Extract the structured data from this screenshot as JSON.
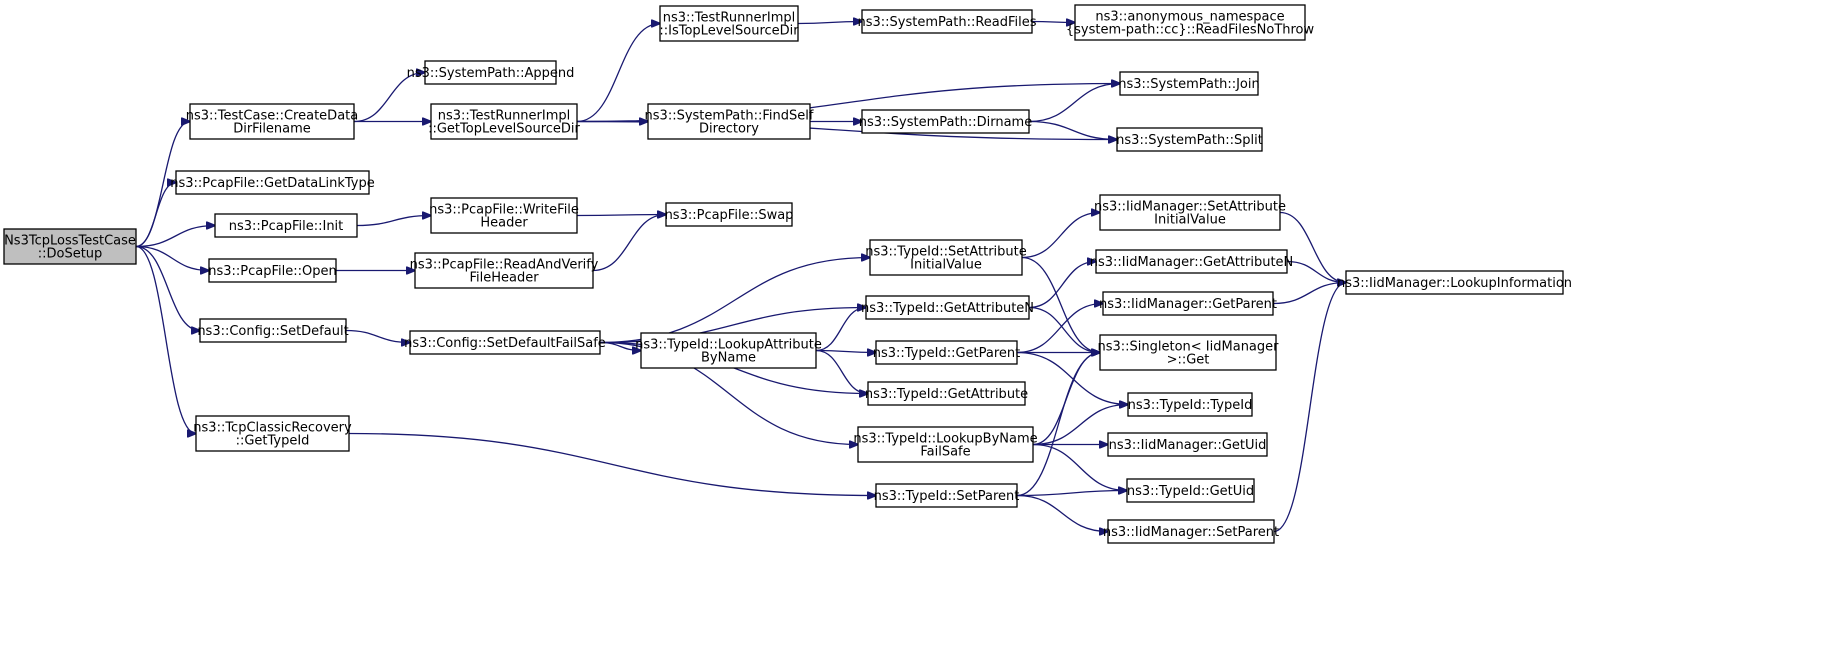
{
  "colors": {
    "edge": "#191970",
    "root_fill": "#bfbfbf",
    "node_fill": "#ffffff",
    "border": "#000000"
  },
  "nodes": [
    {
      "id": "root",
      "lines": [
        "Ns3TcpLossTestCase",
        "::DoSetup"
      ],
      "root": true
    },
    {
      "id": "createData",
      "lines": [
        "ns3::TestCase::CreateData",
        "DirFilename"
      ]
    },
    {
      "id": "getDataLinkType",
      "lines": [
        "ns3::PcapFile::GetDataLinkType"
      ]
    },
    {
      "id": "pcapInit",
      "lines": [
        "ns3::PcapFile::Init"
      ]
    },
    {
      "id": "pcapOpen",
      "lines": [
        "ns3::PcapFile::Open"
      ]
    },
    {
      "id": "configSetDefault",
      "lines": [
        "ns3::Config::SetDefault"
      ]
    },
    {
      "id": "tcpClassic",
      "lines": [
        "ns3::TcpClassicRecovery",
        "::GetTypeId"
      ]
    },
    {
      "id": "spAppend",
      "lines": [
        "ns3::SystemPath::Append"
      ]
    },
    {
      "id": "getTopLevel",
      "lines": [
        "ns3::TestRunnerImpl",
        "::GetTopLevelSourceDir"
      ]
    },
    {
      "id": "writeFileHeader",
      "lines": [
        "ns3::PcapFile::WriteFile",
        "Header"
      ]
    },
    {
      "id": "readAndVerify",
      "lines": [
        "ns3::PcapFile::ReadAndVerify",
        "FileHeader"
      ]
    },
    {
      "id": "setDefaultFailSafe",
      "lines": [
        "ns3::Config::SetDefaultFailSafe"
      ]
    },
    {
      "id": "isTopLevel",
      "lines": [
        "ns3::TestRunnerImpl",
        "::IsTopLevelSourceDir"
      ]
    },
    {
      "id": "findSelf",
      "lines": [
        "ns3::SystemPath::FindSelf",
        "Directory"
      ]
    },
    {
      "id": "pcapSwap",
      "lines": [
        "ns3::PcapFile::Swap"
      ]
    },
    {
      "id": "lookupAttrByName",
      "lines": [
        "ns3::TypeId::LookupAttribute",
        "ByName"
      ]
    },
    {
      "id": "readFiles",
      "lines": [
        "ns3::SystemPath::ReadFiles"
      ]
    },
    {
      "id": "dirname",
      "lines": [
        "ns3::SystemPath::Dirname"
      ]
    },
    {
      "id": "tidSetAttrInit",
      "lines": [
        "ns3::TypeId::SetAttribute",
        "InitialValue"
      ]
    },
    {
      "id": "tidGetAttrN",
      "lines": [
        "ns3::TypeId::GetAttributeN"
      ]
    },
    {
      "id": "tidGetParent",
      "lines": [
        "ns3::TypeId::GetParent"
      ]
    },
    {
      "id": "tidGetAttribute",
      "lines": [
        "ns3::TypeId::GetAttribute"
      ]
    },
    {
      "id": "tidLookupByName",
      "lines": [
        "ns3::TypeId::LookupByName",
        "FailSafe"
      ]
    },
    {
      "id": "tidSetParent",
      "lines": [
        "ns3::TypeId::SetParent"
      ]
    },
    {
      "id": "readFilesNoThrow",
      "lines": [
        "ns3::anonymous_namespace",
        "{system-path::cc}::ReadFilesNoThrow"
      ]
    },
    {
      "id": "spJoin",
      "lines": [
        "ns3::SystemPath::Join"
      ]
    },
    {
      "id": "spSplit",
      "lines": [
        "ns3::SystemPath::Split"
      ]
    },
    {
      "id": "iidSetAttrInit",
      "lines": [
        "ns3::IidManager::SetAttribute",
        "InitialValue"
      ]
    },
    {
      "id": "iidGetAttrN",
      "lines": [
        "ns3::IidManager::GetAttributeN"
      ]
    },
    {
      "id": "iidGetParent",
      "lines": [
        "ns3::IidManager::GetParent"
      ]
    },
    {
      "id": "singletonGet",
      "lines": [
        "ns3::Singleton< IidManager",
        ">::Get"
      ]
    },
    {
      "id": "tidTypeId",
      "lines": [
        "ns3::TypeId::TypeId"
      ]
    },
    {
      "id": "iidGetUid",
      "lines": [
        "ns3::IidManager::GetUid"
      ]
    },
    {
      "id": "tidGetUid",
      "lines": [
        "ns3::TypeId::GetUid"
      ]
    },
    {
      "id": "iidSetParent",
      "lines": [
        "ns3::IidManager::SetParent"
      ]
    },
    {
      "id": "iidLookupInfo",
      "lines": [
        "ns3::IidManager::LookupInformation"
      ]
    }
  ],
  "edges": [
    [
      "root",
      "createData"
    ],
    [
      "root",
      "getDataLinkType"
    ],
    [
      "root",
      "pcapInit"
    ],
    [
      "root",
      "pcapOpen"
    ],
    [
      "root",
      "configSetDefault"
    ],
    [
      "root",
      "tcpClassic"
    ],
    [
      "createData",
      "spAppend"
    ],
    [
      "createData",
      "getTopLevel"
    ],
    [
      "getTopLevel",
      "isTopLevel"
    ],
    [
      "getTopLevel",
      "spJoin"
    ],
    [
      "getTopLevel",
      "findSelf"
    ],
    [
      "getTopLevel",
      "spSplit"
    ],
    [
      "isTopLevel",
      "readFiles"
    ],
    [
      "readFiles",
      "readFilesNoThrow"
    ],
    [
      "findSelf",
      "dirname"
    ],
    [
      "dirname",
      "spJoin"
    ],
    [
      "dirname",
      "spSplit"
    ],
    [
      "pcapInit",
      "writeFileHeader"
    ],
    [
      "writeFileHeader",
      "pcapSwap"
    ],
    [
      "pcapOpen",
      "readAndVerify"
    ],
    [
      "readAndVerify",
      "pcapSwap"
    ],
    [
      "configSetDefault",
      "setDefaultFailSafe"
    ],
    [
      "setDefaultFailSafe",
      "tidSetAttrInit"
    ],
    [
      "setDefaultFailSafe",
      "tidGetAttrN"
    ],
    [
      "setDefaultFailSafe",
      "lookupAttrByName"
    ],
    [
      "setDefaultFailSafe",
      "tidGetAttribute"
    ],
    [
      "setDefaultFailSafe",
      "tidLookupByName"
    ],
    [
      "lookupAttrByName",
      "tidGetAttrN"
    ],
    [
      "lookupAttrByName",
      "tidGetParent"
    ],
    [
      "lookupAttrByName",
      "tidGetAttribute"
    ],
    [
      "tidSetAttrInit",
      "iidSetAttrInit"
    ],
    [
      "tidSetAttrInit",
      "singletonGet"
    ],
    [
      "tidGetAttrN",
      "iidGetAttrN"
    ],
    [
      "tidGetAttrN",
      "singletonGet"
    ],
    [
      "tidGetParent",
      "iidGetParent"
    ],
    [
      "tidGetParent",
      "singletonGet"
    ],
    [
      "tidGetParent",
      "tidTypeId"
    ],
    [
      "tidLookupByName",
      "singletonGet"
    ],
    [
      "tidLookupByName",
      "tidTypeId"
    ],
    [
      "tidLookupByName",
      "iidGetUid"
    ],
    [
      "tidLookupByName",
      "tidGetUid"
    ],
    [
      "tcpClassic",
      "tidSetParent"
    ],
    [
      "tidSetParent",
      "singletonGet"
    ],
    [
      "tidSetParent",
      "tidGetUid"
    ],
    [
      "tidSetParent",
      "iidSetParent"
    ],
    [
      "iidSetAttrInit",
      "iidLookupInfo"
    ],
    [
      "iidGetAttrN",
      "iidLookupInfo"
    ],
    [
      "iidGetParent",
      "iidLookupInfo"
    ],
    [
      "iidSetParent",
      "iidLookupInfo"
    ]
  ]
}
